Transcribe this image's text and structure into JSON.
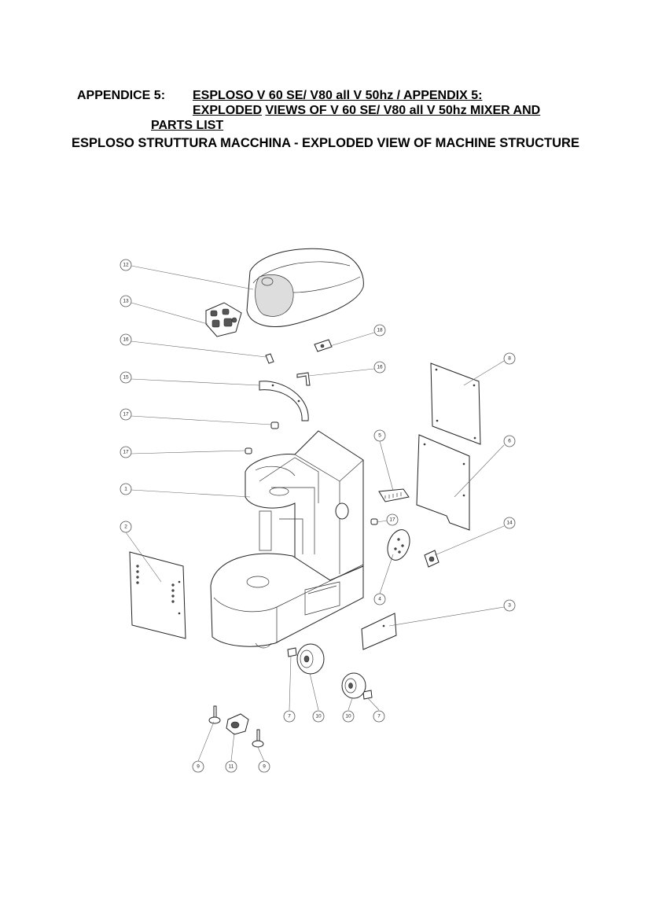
{
  "header": {
    "appendix_label": "APPENDICE 5:",
    "line1": "ESPLOSO  V 60 SE/ V80 all V 50hz /  APPENDIX 5:",
    "line2_a": "EXPLODED",
    "line2_b": "VIEWS OF V 60 SE/ V80 all V 50hz MIXER AND",
    "line3": "PARTS LIST",
    "subtitle": "ESPLOSO STRUTTURA MACCHINA - EXPLODED VIEW OF MACHINE STRUCTURE"
  },
  "callouts": [
    "12",
    "13",
    "16",
    "15",
    "17",
    "17",
    "1",
    "2",
    "18",
    "16",
    "8",
    "5",
    "6",
    "17",
    "14",
    "4",
    "3",
    "7",
    "10",
    "10",
    "7",
    "9",
    "11",
    "9"
  ]
}
